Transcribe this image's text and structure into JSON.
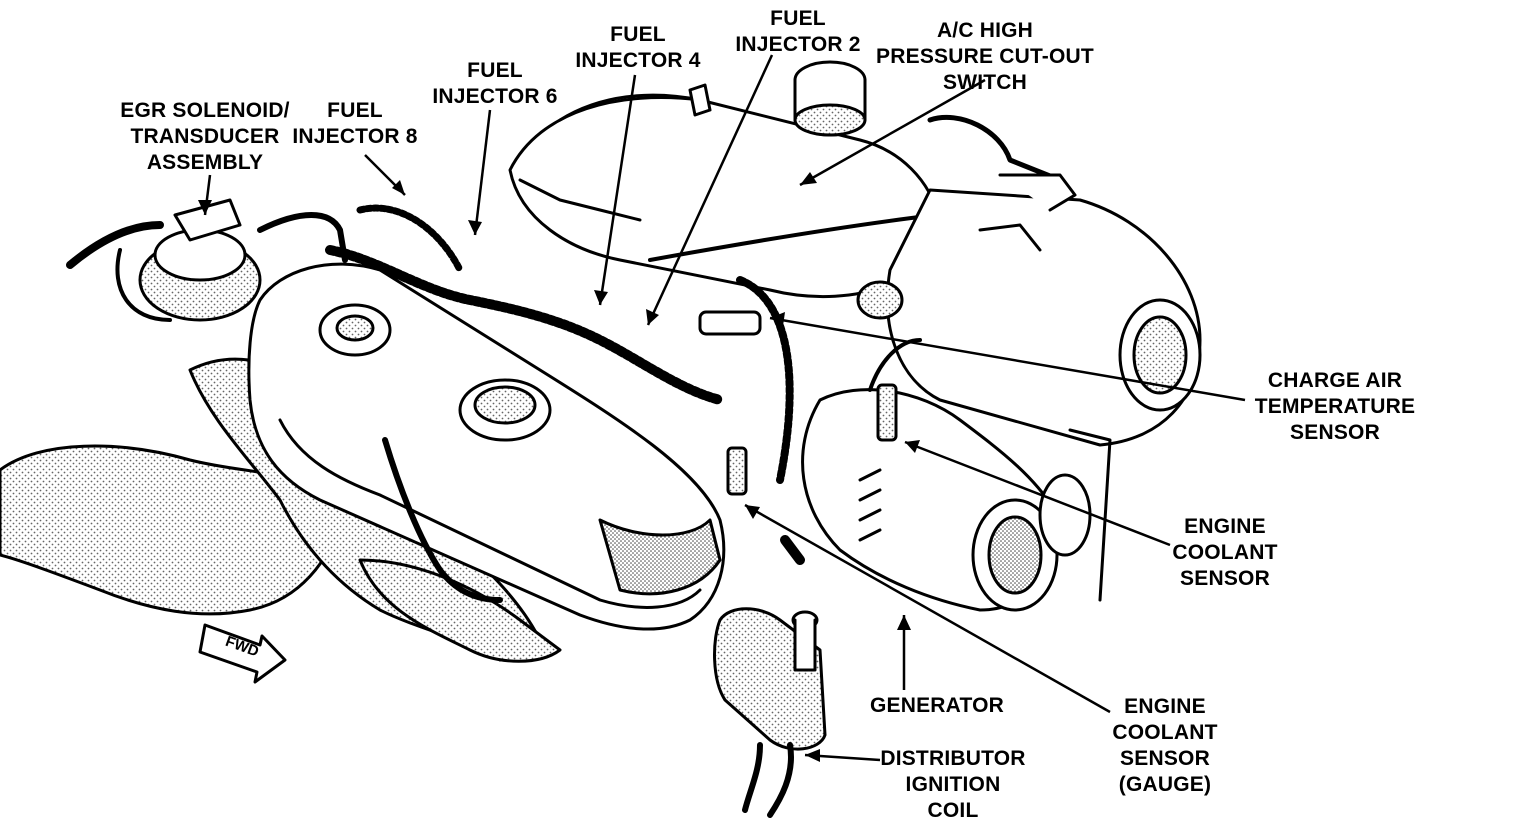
{
  "labels": {
    "egr": [
      "EGR SOLENOID/",
      "TRANSDUCER",
      "ASSEMBLY"
    ],
    "inj8": [
      "FUEL",
      "INJECTOR 8"
    ],
    "inj6": [
      "FUEL",
      "INJECTOR 6"
    ],
    "inj4": [
      "FUEL",
      "INJECTOR 4"
    ],
    "inj2": [
      "FUEL",
      "INJECTOR 2"
    ],
    "ac": [
      "A/C HIGH",
      "PRESSURE CUT-OUT",
      "SWITCH"
    ],
    "charge": [
      "CHARGE AIR",
      "TEMPERATURE",
      "SENSOR"
    ],
    "coolant": [
      "ENGINE",
      "COOLANT",
      "SENSOR"
    ],
    "generator": [
      "GENERATOR"
    ],
    "coolant_gauge": [
      "ENGINE",
      "COOLANT",
      "SENSOR",
      "(GAUGE)"
    ],
    "dist_coil": [
      "DISTRIBUTOR",
      "IGNITION",
      "COIL"
    ]
  },
  "fwd_arrow": "FWD",
  "colors": {
    "ink": "#000000",
    "paper": "#ffffff",
    "stipple": "#9a9a9a"
  }
}
